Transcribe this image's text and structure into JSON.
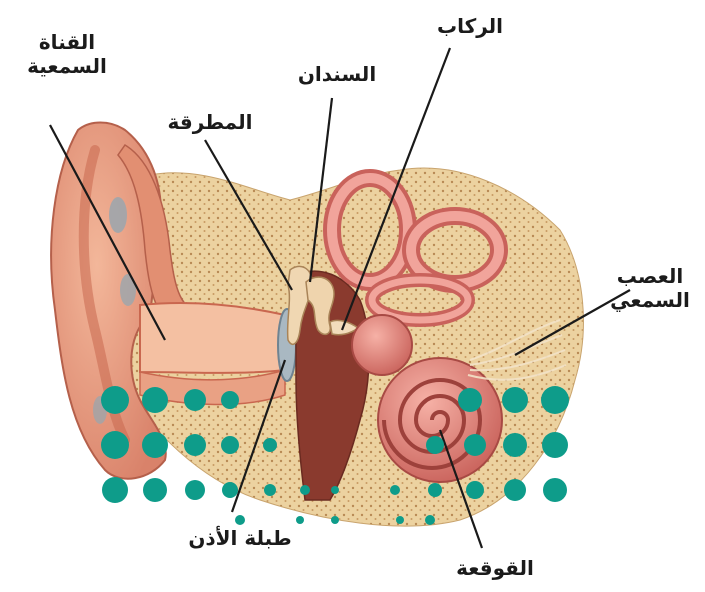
{
  "labels": {
    "ear_canal_line1": "القناة",
    "ear_canal_line2": "السمعية",
    "hammer": "المطرقة",
    "anvil": "السندان",
    "stirrup": "الركاب",
    "auditory_nerve_line1": "العصب",
    "auditory_nerve_line2": "السمعي",
    "eardrum": "طبلة الأذن",
    "cochlea": "القوقعة"
  },
  "colors": {
    "skin": "#e9a184",
    "skin_dark": "#c9674f",
    "cartilage": "#f2c9a8",
    "bone": "#ecd2a0",
    "bone_dots": "#b88a55",
    "canal": "#f4c0a2",
    "cavity": "#8a3a2e",
    "labyrinth": "#e58a84",
    "labyrinth_dark": "#b4524c",
    "dots": "#0e9c8a",
    "line": "#1a1a1a"
  },
  "decoration": {
    "dot_pattern": "teal-dot-grid"
  }
}
